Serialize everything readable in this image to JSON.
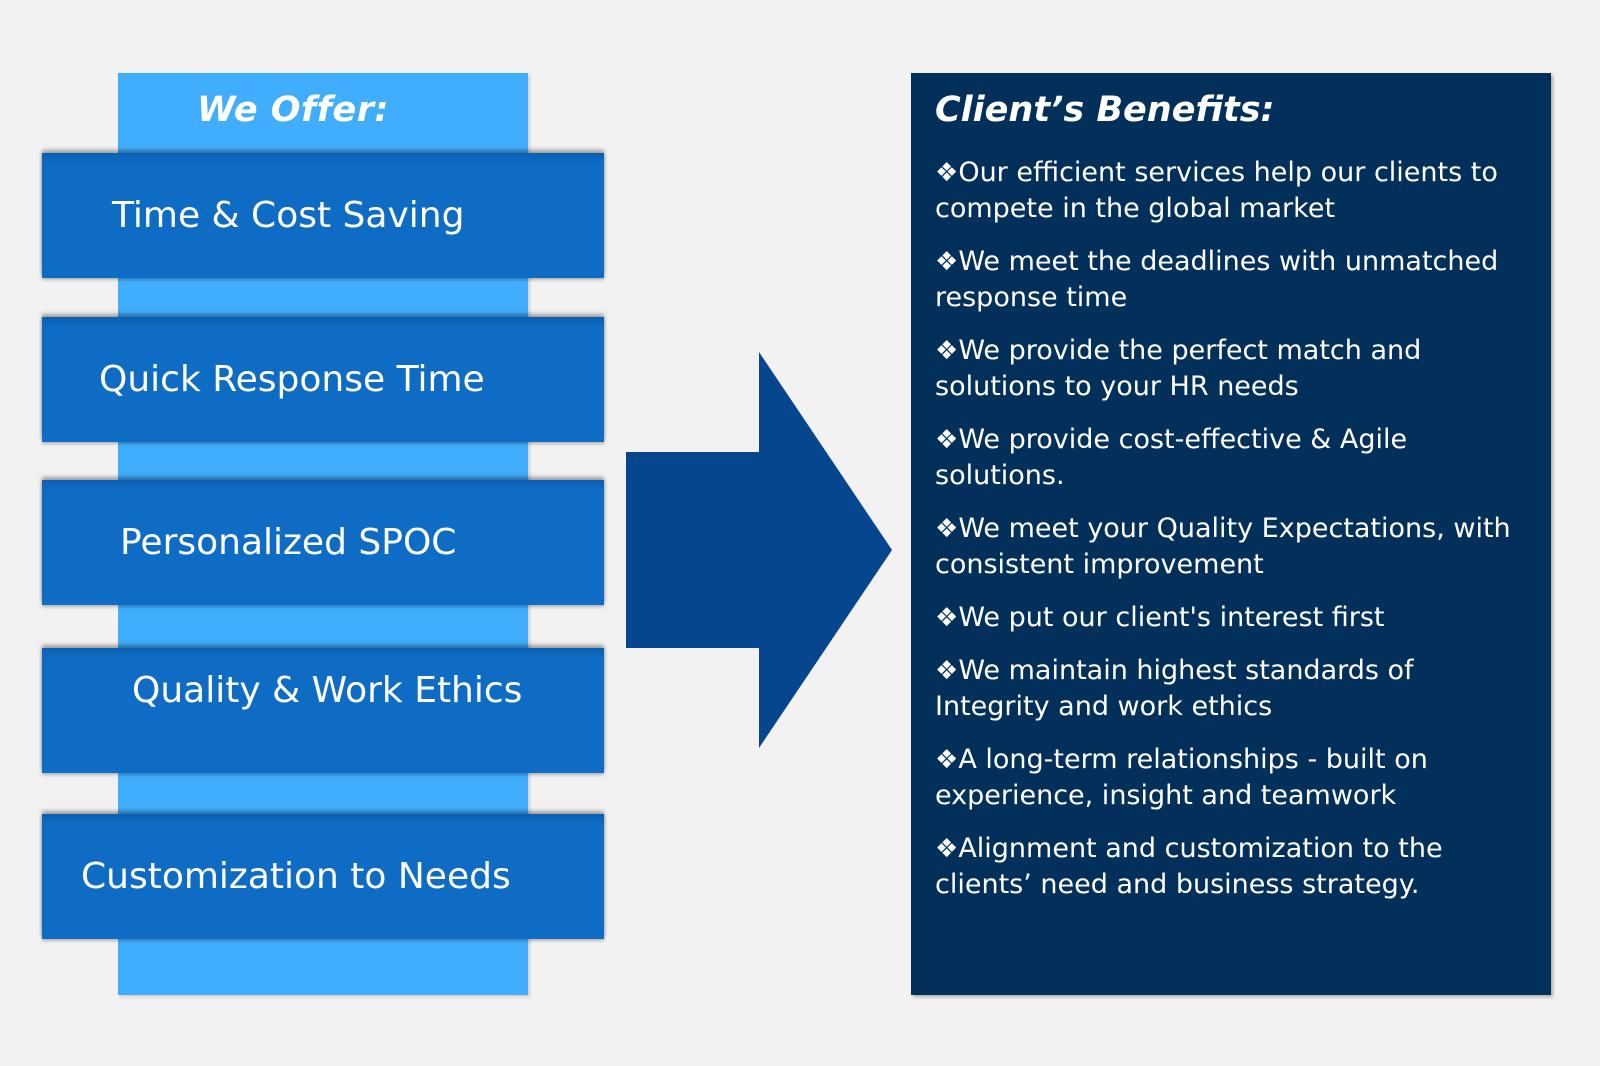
{
  "offer": {
    "title": "We Offer:",
    "items": [
      "Time & Cost Saving",
      "Quick Response Time",
      "Personalized SPOC",
      "Quality & Work Ethics",
      "Customization to Needs"
    ]
  },
  "benefits": {
    "title": "Client’s Benefits:",
    "bullet_glyph": "❖",
    "items": [
      "Our efficient services help our clients to compete in the global market",
      "We meet the deadlines with unmatched response time",
      "We provide the perfect match and solutions to your HR needs",
      "We provide cost-effective & Agile solutions.",
      "We meet your Quality Expectations, with consistent improvement",
      "We put our client's interest first",
      "We maintain highest standards of Integrity and work ethics",
      "A long-term relationships - built on experience, insight and teamwork",
      "Alignment and customization  to the clients’ need and business strategy."
    ]
  },
  "colors": {
    "background": "#f2f2f2",
    "offer_column": "#41adfd",
    "offer_box": "#0f6cc4",
    "arrow": "#06468e",
    "benefits_panel": "#03305a",
    "text": "#ffffff"
  },
  "icons": {
    "arrow": "right-arrow-icon",
    "bullet": "four-diamond-bullet-icon"
  }
}
